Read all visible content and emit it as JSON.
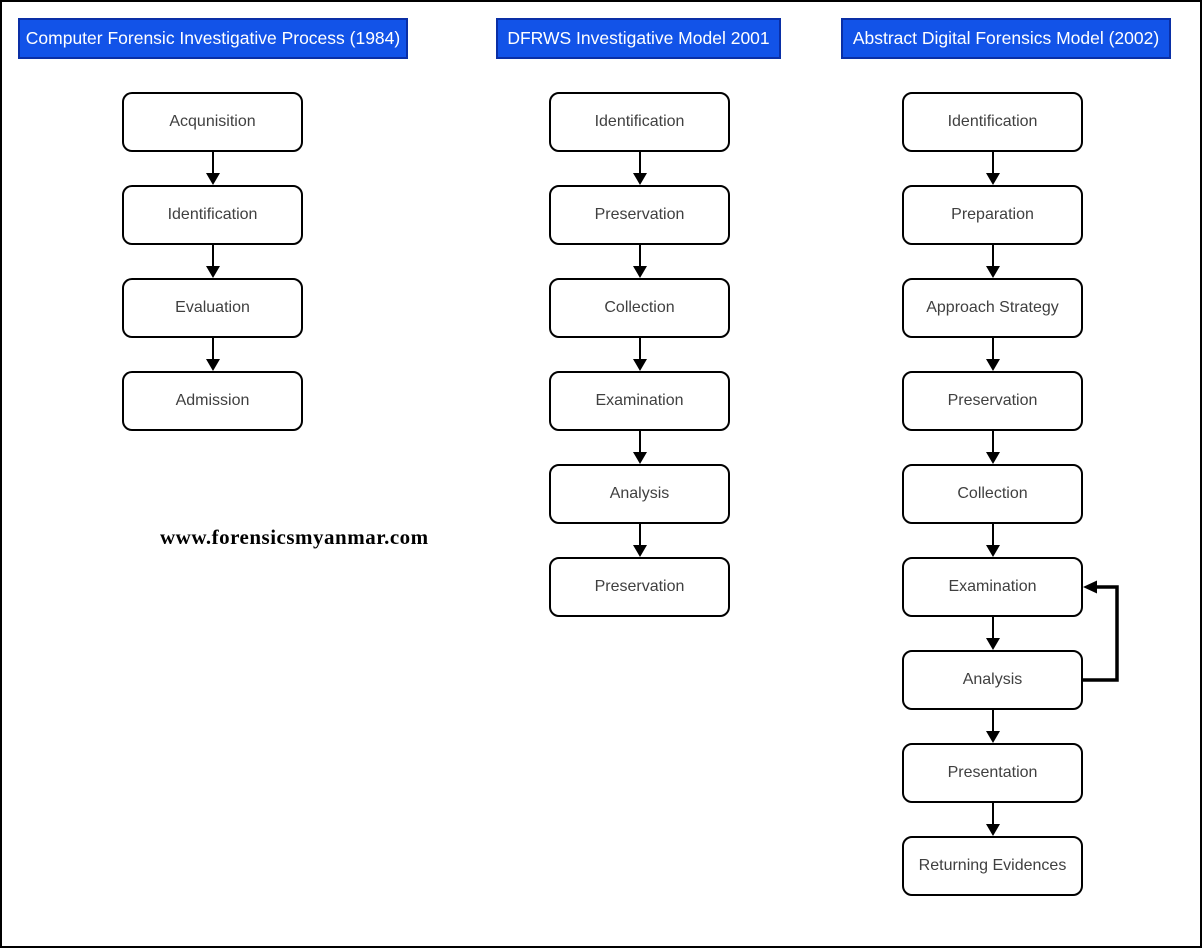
{
  "page": {
    "background": "#ffffff",
    "frame_border": "#000000"
  },
  "colors": {
    "banner_fill": "#1253e8",
    "banner_border": "#0a2fa6",
    "banner_text": "#ffffff",
    "node_fill": "#ffffff",
    "node_border": "#000000",
    "node_text": "#404040",
    "arrow": "#000000"
  },
  "watermark": "www.forensicsmyanmar.com",
  "columns": [
    {
      "title": "Computer Forensic Investigative Process (1984)",
      "boxes": [
        "Acqunisition",
        "Identification",
        "Evaluation",
        "Admission"
      ]
    },
    {
      "title": "DFRWS Investigative Model 2001",
      "boxes": [
        "Identification",
        "Preservation",
        "Collection",
        "Examination",
        "Analysis",
        "Preservation"
      ]
    },
    {
      "title": "Abstract Digital Forensics Model (2002)",
      "boxes": [
        "Identification",
        "Preparation",
        "Approach Strategy",
        "Preservation",
        "Collection",
        "Examination",
        "Analysis",
        "Presentation",
        "Returning Evidences"
      ],
      "feedback_loop": {
        "from": "Analysis",
        "to": "Examination"
      }
    }
  ]
}
